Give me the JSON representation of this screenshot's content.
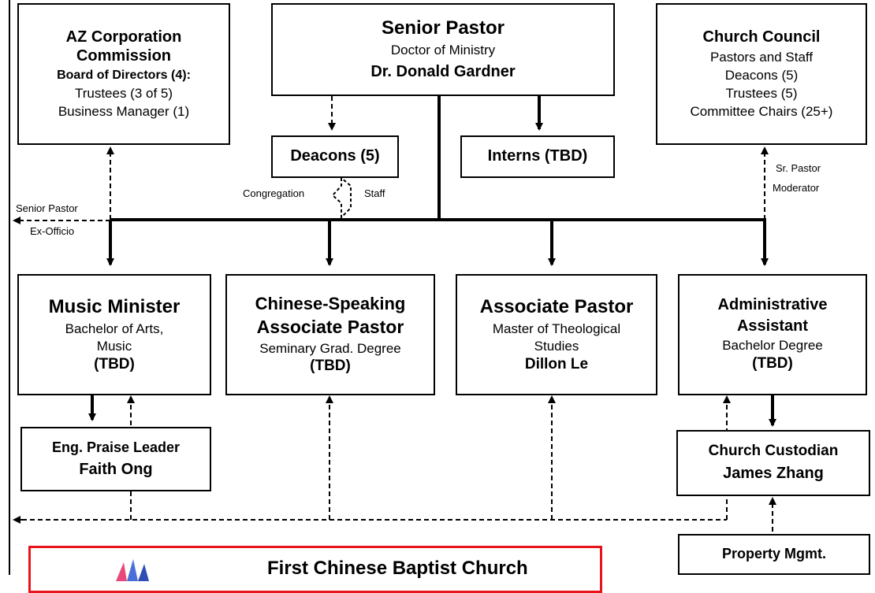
{
  "boxes": {
    "az_corp": {
      "title1": "AZ Corporation",
      "title2": "Commission",
      "subtitle": "Board of Directors (4):",
      "line1": "Trustees (3 of 5)",
      "line2": "Business Manager (1)"
    },
    "senior_pastor": {
      "title": "Senior Pastor",
      "degree": "Doctor of Ministry",
      "name": "Dr. Donald Gardner"
    },
    "church_council": {
      "title": "Church Council",
      "line1": "Pastors and Staff",
      "line2": "Deacons (5)",
      "line3": "Trustees (5)",
      "line4": "Committee Chairs (25+)"
    },
    "deacons": {
      "label": "Deacons (5)"
    },
    "interns": {
      "label": "Interns (TBD)"
    },
    "music_minister": {
      "title": "Music Minister",
      "degree1": "Bachelor of Arts,",
      "degree2": "Music",
      "name": "(TBD)"
    },
    "chinese_pastor": {
      "title1": "Chinese-Speaking",
      "title2": "Associate Pastor",
      "degree": "Seminary Grad. Degree",
      "name": "(TBD)"
    },
    "associate_pastor": {
      "title": "Associate Pastor",
      "degree1": "Master of Theological",
      "degree2": "Studies",
      "name": "Dillon Le"
    },
    "admin_assistant": {
      "title1": "Administrative",
      "title2": "Assistant",
      "degree": "Bachelor Degree",
      "name": "(TBD)"
    },
    "praise_leader": {
      "title": "Eng. Praise Leader",
      "name": "Faith Ong"
    },
    "custodian": {
      "title": "Church Custodian",
      "name": "James Zhang"
    },
    "property": {
      "label": "Property Mgmt."
    }
  },
  "labels": {
    "congregation": "Congregation",
    "staff": "Staff",
    "senior_pastor_left": "Senior Pastor",
    "ex_officio": "Ex-Officio",
    "sr_pastor": "Sr. Pastor",
    "moderator": "Moderator"
  },
  "brand": {
    "title": "First Chinese Baptist Church"
  },
  "colors": {
    "line": "#000000",
    "brand_border": "#e8141b"
  }
}
